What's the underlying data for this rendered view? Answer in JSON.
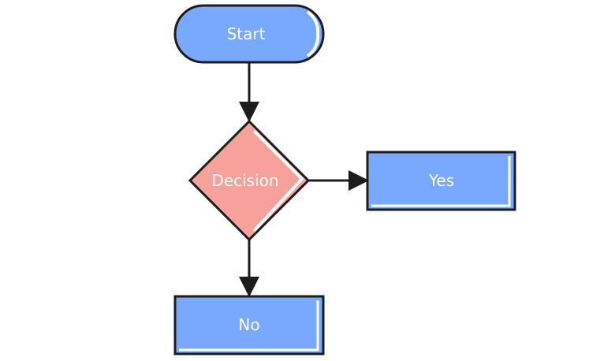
{
  "nodes": {
    "start": {
      "label": "Start",
      "shape": "terminal"
    },
    "decision": {
      "label": "Decision",
      "shape": "decision"
    },
    "yes": {
      "label": "Yes",
      "shape": "process"
    },
    "no": {
      "label": "No",
      "shape": "process"
    }
  },
  "edges": [
    {
      "from": "start",
      "to": "decision"
    },
    {
      "from": "decision",
      "to": "yes"
    },
    {
      "from": "decision",
      "to": "no"
    }
  ],
  "colors": {
    "process_fill": "#78a9ff",
    "decision_fill": "#f6a19a",
    "highlight": "#ffffff",
    "stroke": "#1c1c1c",
    "label_text": "#ffffff"
  }
}
